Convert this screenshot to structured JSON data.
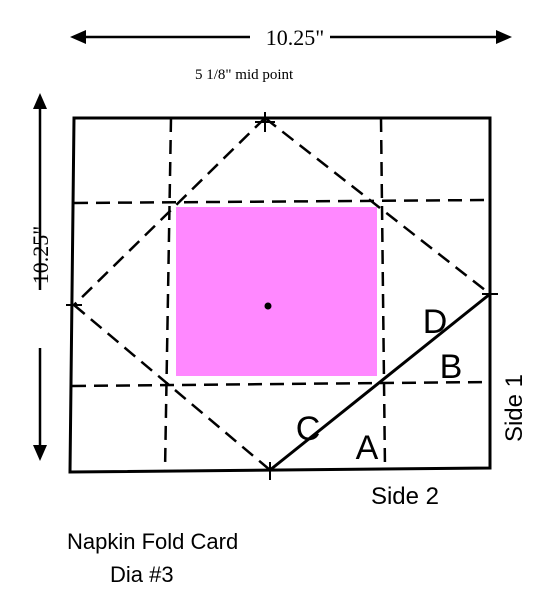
{
  "diagram": {
    "width_label": "10.25\"",
    "height_label": "10.25\"",
    "midpoint_label": "5 1/8\"  mid point",
    "labels": {
      "a": "A",
      "b": "B",
      "c": "C",
      "d": "D",
      "side1": "Side 1",
      "side2": "Side 2"
    },
    "fill_color": "#ff88ff",
    "line_color": "#000000"
  },
  "caption": {
    "line1": "Napkin Fold Card",
    "line2": "Dia #3"
  }
}
